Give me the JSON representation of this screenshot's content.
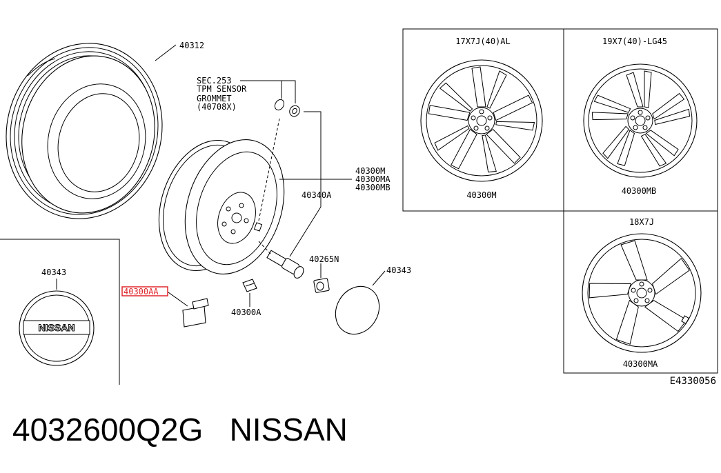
{
  "diagram": {
    "labels": {
      "tire": "40312",
      "sec_ref": "SEC.253",
      "tpm_sensor": "TPM SENSOR",
      "grommet": "GROMMET",
      "grommet_part": "(40708X)",
      "wheel_m": "40300M",
      "wheel_ma": "40300MA",
      "wheel_mb": "40300MB",
      "valve": "40340A",
      "nut": "40265N",
      "cap_right": "40343",
      "weight": "40300A",
      "weight_highlight": "40300AA",
      "cap_left": "40343",
      "badge_text": "NISSAN"
    },
    "panels": {
      "p1_title": "17X7J(40)AL",
      "p1_part": "40300M",
      "p2_title": "19X7(40)-LG45",
      "p2_part": "40300MB",
      "p3_title": "18X7J",
      "p3_part": "40300MA"
    },
    "diagram_code": "E4330056",
    "highlight_color": "#e0262a"
  },
  "caption": {
    "part_number": "4032600Q2G",
    "brand": "NISSAN"
  }
}
